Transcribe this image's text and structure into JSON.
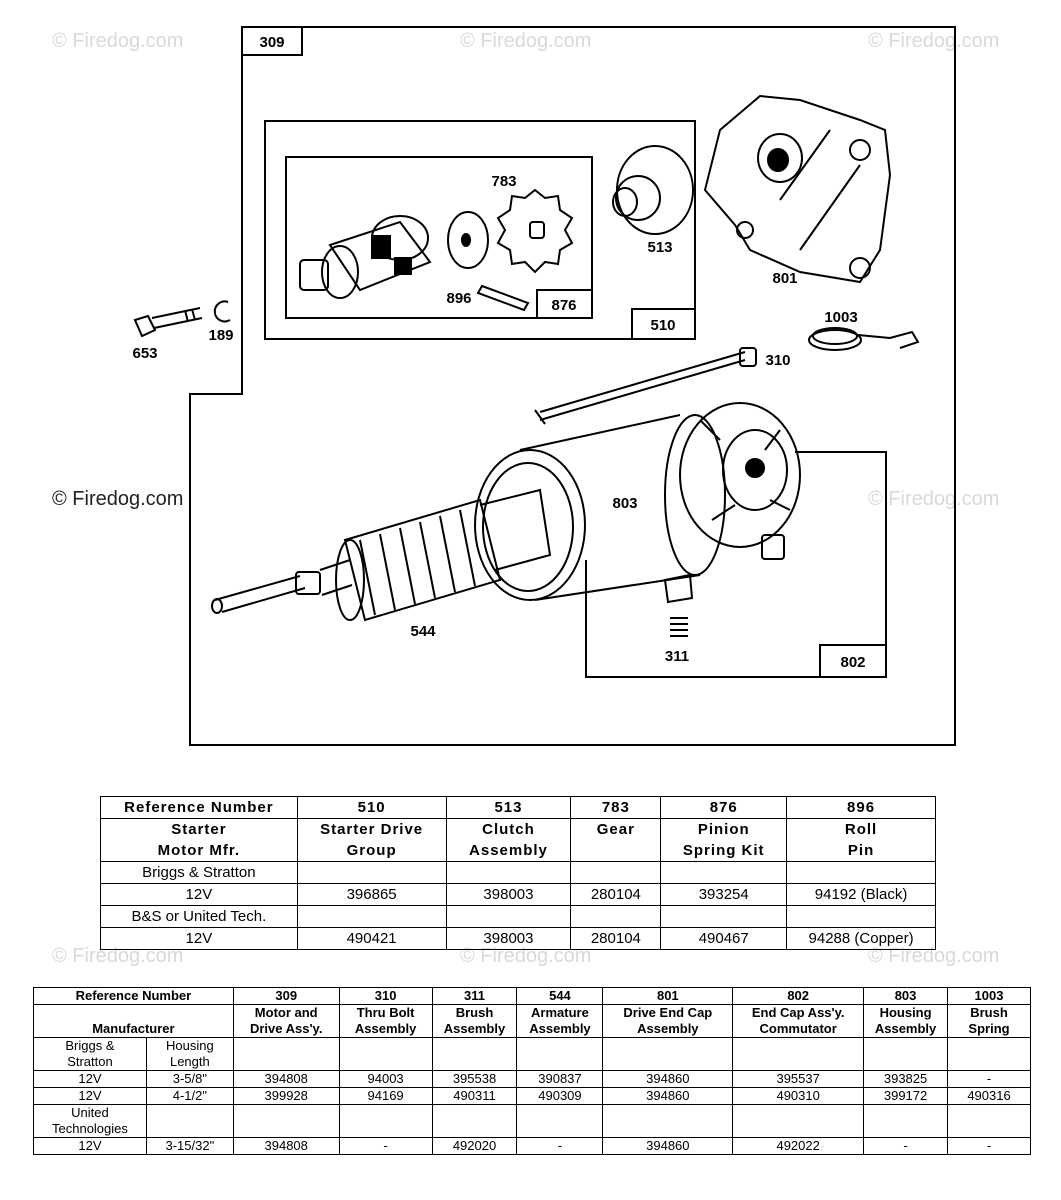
{
  "watermarks": {
    "text": "© Firedog.com"
  },
  "diagram": {
    "frame_label": "309",
    "group_510": "510",
    "group_876": "876",
    "group_802": "802",
    "parts": {
      "p783": "783",
      "p513": "513",
      "p801": "801",
      "p896": "896",
      "p1003": "1003",
      "p653": "653",
      "p189": "189",
      "p310": "310",
      "p803": "803",
      "p544": "544",
      "p311": "311"
    }
  },
  "table1": {
    "header_ref": "Reference  Number",
    "ref_cols": [
      "510",
      "513",
      "783",
      "876",
      "896"
    ],
    "row_label_1": "Starter",
    "row_label_2": "Motor  Mfr.",
    "desc": [
      [
        "Starter  Drive",
        "Group"
      ],
      [
        "Clutch",
        "Assembly"
      ],
      [
        "Gear",
        ""
      ],
      [
        "Pinion",
        "Spring  Kit"
      ],
      [
        "Roll",
        "Pin"
      ]
    ],
    "rows": [
      {
        "label": "Briggs & Stratton",
        "values": [
          "",
          "",
          "",
          "",
          ""
        ]
      },
      {
        "label": "12V",
        "values": [
          "396865",
          "398003",
          "280104",
          "393254",
          "94192  (Black)"
        ]
      },
      {
        "label": "B&S or United Tech.",
        "values": [
          "",
          "",
          "",
          "",
          ""
        ]
      },
      {
        "label": "12V",
        "values": [
          "490421",
          "398003",
          "280104",
          "490467",
          "94288  (Copper)"
        ]
      }
    ]
  },
  "table2": {
    "header_ref": "Reference Number",
    "ref_cols": [
      "309",
      "310",
      "311",
      "544",
      "801",
      "802",
      "803",
      "1003"
    ],
    "manufacturer": "Manufacturer",
    "desc": [
      [
        "Motor and",
        "Drive Ass'y."
      ],
      [
        "Thru Bolt",
        "Assembly"
      ],
      [
        "Brush",
        "Assembly"
      ],
      [
        "Armature",
        "Assembly"
      ],
      [
        "Drive End Cap",
        "Assembly"
      ],
      [
        "End Cap Ass'y.",
        "Commutator"
      ],
      [
        "Housing",
        "Assembly"
      ],
      [
        "Brush",
        "Spring"
      ]
    ],
    "group1_a": "Briggs &",
    "group1_b": "Stratton",
    "length_a": "Housing",
    "length_b": "Length",
    "rows": [
      {
        "v": "12V",
        "len": "3-5/8\"",
        "values": [
          "394808",
          "94003",
          "395538",
          "390837",
          "394860",
          "395537",
          "393825",
          "-"
        ]
      },
      {
        "v": "12V",
        "len": "4-1/2\"",
        "values": [
          "399928",
          "94169",
          "490311",
          "490309",
          "394860",
          "490310",
          "399172",
          "490316"
        ]
      }
    ],
    "group2_a": "United",
    "group2_b": "Technologies",
    "rows2": [
      {
        "v": "12V",
        "len": "3-15/32\"",
        "values": [
          "394808",
          "-",
          "492020",
          "-",
          "394860",
          "492022",
          "-",
          "-"
        ]
      }
    ]
  }
}
